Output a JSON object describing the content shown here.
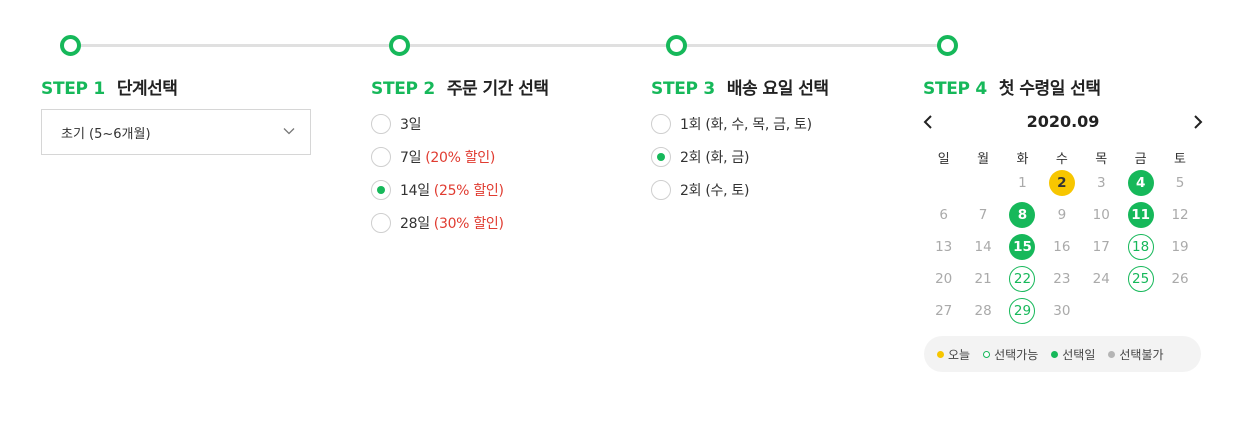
{
  "steps": [
    {
      "num": "STEP 1",
      "title": "단계선택"
    },
    {
      "num": "STEP 2",
      "title": "주문 기간 선택"
    },
    {
      "num": "STEP 3",
      "title": "배송 요일 선택"
    },
    {
      "num": "STEP 4",
      "title": "첫 수령일 선택"
    }
  ],
  "stage_select": {
    "value": "초기 (5~6개월)"
  },
  "period_options": [
    {
      "label": "3일",
      "discount": "",
      "checked": false
    },
    {
      "label": "7일",
      "discount": "(20% 할인)",
      "checked": false
    },
    {
      "label": "14일",
      "discount": "(25% 할인)",
      "checked": true
    },
    {
      "label": "28일",
      "discount": "(30% 할인)",
      "checked": false
    }
  ],
  "delivery_options": [
    {
      "label": "1회 (화, 수, 목, 금, 토)",
      "checked": false
    },
    {
      "label": "2회 (화, 금)",
      "checked": true
    },
    {
      "label": "2회 (수, 토)",
      "checked": false
    }
  ],
  "calendar": {
    "month_label": "2020.09",
    "weekdays": [
      "일",
      "월",
      "화",
      "수",
      "목",
      "금",
      "토"
    ],
    "weeks": [
      [
        null,
        null,
        {
          "d": "1"
        },
        {
          "d": "2",
          "state": "today"
        },
        {
          "d": "3"
        },
        {
          "d": "4",
          "state": "selected"
        },
        {
          "d": "5"
        }
      ],
      [
        {
          "d": "6"
        },
        {
          "d": "7"
        },
        {
          "d": "8",
          "state": "selected"
        },
        {
          "d": "9"
        },
        {
          "d": "10"
        },
        {
          "d": "11",
          "state": "selected"
        },
        {
          "d": "12"
        }
      ],
      [
        {
          "d": "13"
        },
        {
          "d": "14"
        },
        {
          "d": "15",
          "state": "selected"
        },
        {
          "d": "16"
        },
        {
          "d": "17"
        },
        {
          "d": "18",
          "state": "available"
        },
        {
          "d": "19"
        }
      ],
      [
        {
          "d": "20"
        },
        {
          "d": "21"
        },
        {
          "d": "22",
          "state": "available"
        },
        {
          "d": "23"
        },
        {
          "d": "24"
        },
        {
          "d": "25",
          "state": "available"
        },
        {
          "d": "26"
        }
      ],
      [
        {
          "d": "27"
        },
        {
          "d": "28"
        },
        {
          "d": "29",
          "state": "available"
        },
        {
          "d": "30"
        },
        null,
        null,
        null
      ]
    ]
  },
  "legend": [
    {
      "label": "오늘",
      "kind": "today"
    },
    {
      "label": "선택가능",
      "kind": "available"
    },
    {
      "label": "선택일",
      "kind": "selected"
    },
    {
      "label": "선택불가",
      "kind": "disabled"
    }
  ],
  "colors": {
    "accent": "#16b85a",
    "today": "#f7c600",
    "discount": "#e03c31",
    "disabled": "#b5b5b5"
  }
}
